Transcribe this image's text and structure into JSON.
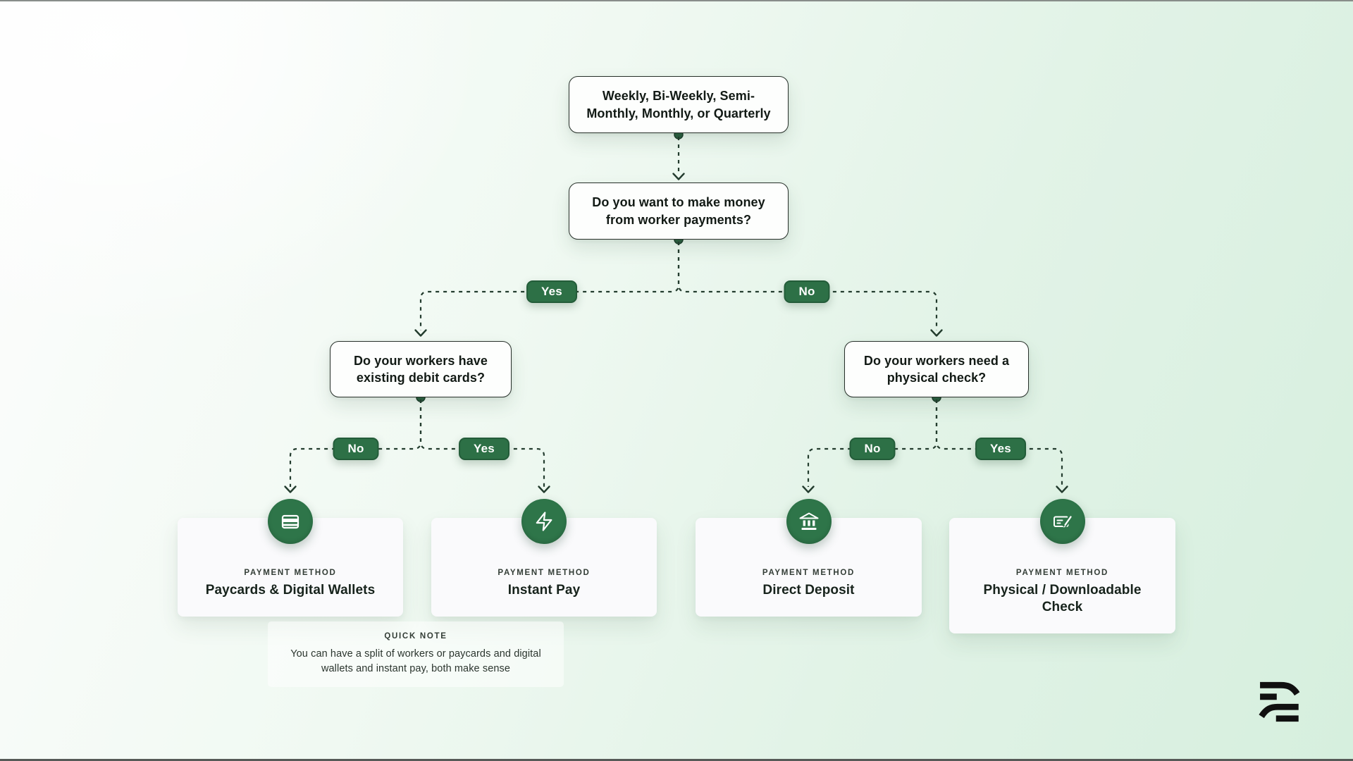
{
  "colors": {
    "green": "#2d7046",
    "circle_green": "#2e7549",
    "ink": "#121a15",
    "line": "#233c2e",
    "dot": "#2b5e40",
    "box_border": "#27302a",
    "card_bg": "#fafafc",
    "note_bg": "rgba(255,255,255,0.52)",
    "bg_end": "#d6efde"
  },
  "nodes": {
    "frequency": {
      "label": "Weekly, Bi-Weekly, Semi-Monthly, Monthly, or Quarterly"
    },
    "make_money": {
      "label": "Do you want to make money from worker payments?"
    },
    "debit_cards": {
      "label": "Do your workers have existing debit cards?"
    },
    "physical_check": {
      "label": "Do your workers need a physical check?"
    }
  },
  "pills": {
    "yes": "Yes",
    "no": "No"
  },
  "cards": {
    "kicker": "Payment Method",
    "items": [
      {
        "title": "Paycards & Digital Wallets",
        "icon": "credit-card-icon"
      },
      {
        "title": "Instant Pay",
        "icon": "lightning-bolt-icon"
      },
      {
        "title": "Direct Deposit",
        "icon": "bank-icon"
      },
      {
        "title": "Physical / Downloadable Check",
        "icon": "check-edit-icon"
      }
    ]
  },
  "note": {
    "kicker": "Quick Note",
    "body": "You can have a split of workers or paycards and digital wallets and instant pay, both make sense"
  }
}
